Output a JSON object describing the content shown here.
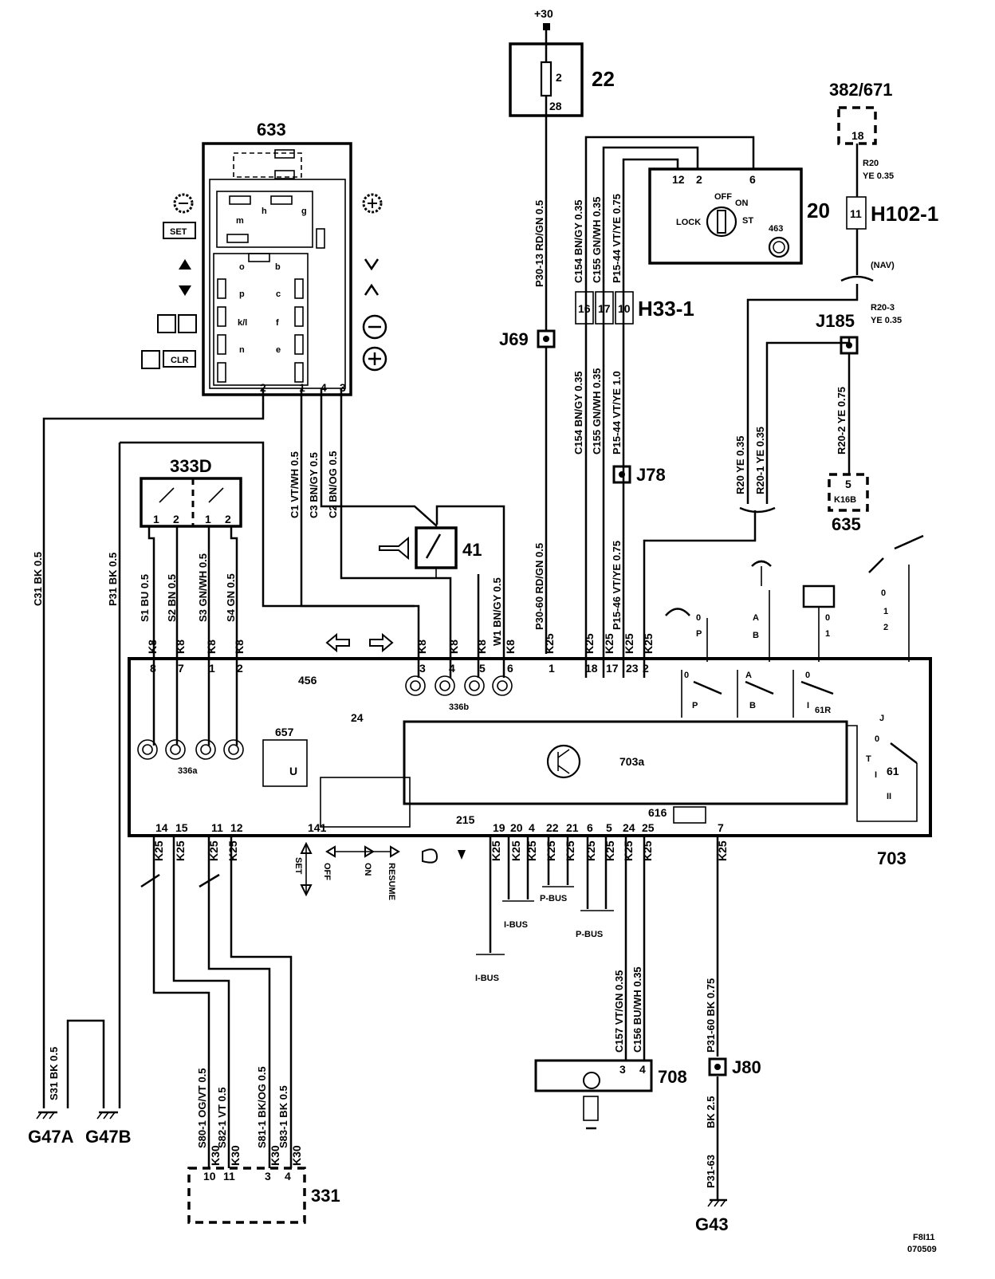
{
  "supply": "+30",
  "components": {
    "c22": {
      "label": "22",
      "pin_top": "2",
      "pin_bot": "28"
    },
    "c633": {
      "label": "633",
      "pins": [
        "2",
        "1",
        "4",
        "3"
      ],
      "contacts": [
        "h",
        "g",
        "m",
        "o",
        "b",
        "p",
        "c",
        "k/l",
        "f",
        "n",
        "e"
      ]
    },
    "c382": {
      "label": "382/671",
      "pin": "18"
    },
    "h102": {
      "label": "H102-1",
      "pin": "11"
    },
    "c20": {
      "label": "20",
      "pins": [
        "12",
        "2",
        "6"
      ],
      "lock": "LOCK",
      "off": "OFF",
      "on": "ON",
      "st": "ST",
      "sub": "463"
    },
    "h33": {
      "label": "H33-1",
      "pins": [
        "16",
        "17",
        "10"
      ]
    },
    "j69": {
      "label": "J69"
    },
    "j78": {
      "label": "J78"
    },
    "j185": {
      "label": "J185"
    },
    "j80": {
      "label": "J80"
    },
    "c333d": {
      "label": "333D",
      "pins": [
        "1",
        "2",
        "1",
        "2"
      ]
    },
    "c41": {
      "label": "41"
    },
    "c635": {
      "label": "635",
      "pin": "5",
      "conn": "K16B"
    },
    "c703": {
      "label": "703",
      "sub": "703a",
      "c456": "456",
      "c24": "24",
      "c336b": "336b",
      "c336a": "336a",
      "c657": "657",
      "c141": "141",
      "c215": "215",
      "c616": "616",
      "c61r": "61R",
      "c61": "61",
      "u": "U"
    },
    "c708": {
      "label": "708",
      "pins": [
        "3",
        "4"
      ]
    },
    "c331": {
      "label": "331",
      "pins": [
        "10",
        "11",
        "3",
        "4"
      ]
    },
    "grounds": {
      "g47a": "G47A",
      "g47b": "G47B",
      "g43": "G43"
    },
    "nav": "(NAV)"
  },
  "wires": {
    "p30_13": "P30-13  RD/GN  0.5",
    "p30_60": "P30-60  RD/GN  0.5",
    "c154a": "C154  BN/GY  0.35",
    "c155a": "C155  GN/WH  0.35",
    "p15_44a": "P15-44  VT/YE  0.75",
    "c154b": "C154  BN/GY  0.35",
    "c155b": "C155  GN/WH  0.35",
    "p15_44b": "P15-44  VT/YE  1.0",
    "p15_46": "P15-46  VT/YE  0.75",
    "r20": "R20",
    "r20_ye": "YE  0.35",
    "r20_3": "R20-3",
    "r20_3ye": "YE  0.35",
    "r20_2": "R20-2  YE  0.75",
    "r20v": "R20  YE  0.35",
    "r20_1": "R20-1  YE  0.35",
    "c1": "C1  VT/WH  0.5",
    "c3": "C3  BN/GY  0.5",
    "c2": "C2  BN/OG  0.5",
    "w1": "W1  BN/GY  0.5",
    "c31": "C31  BK  0.5",
    "p31": "P31  BK  0.5",
    "s1": "S1  BU  0.5",
    "s2": "S2  BN  0.5",
    "s3": "S3  GN/WH  0.5",
    "s4": "S4  GN  0.5",
    "s31": "S31  BK  0.5",
    "s80": "S80-1  OG/VT  0.5",
    "s82": "S82-1  VT  0.5",
    "s81": "S81-1  BK/OG  0.5",
    "s83": "S83-1  BK  0.5",
    "c157": "C157  VT/GN  0.35",
    "c156": "C156  BU/WH  0.35",
    "p31_60": "P31-60  BK  0.75",
    "bk25": "BK  2.5",
    "p31_63": "P31-63"
  },
  "top_pins": {
    "conn_k8": "K8",
    "conn_k25": "K25",
    "numbers": [
      "8",
      "7",
      "1",
      "2",
      "3",
      "4",
      "5",
      "6",
      "1",
      "18",
      "17",
      "23",
      "2"
    ]
  },
  "bottom_pins": {
    "conn_k25": "K25",
    "numbers": [
      "14",
      "15",
      "11",
      "12",
      "19",
      "20",
      "4",
      "22",
      "21",
      "6",
      "5",
      "24",
      "25",
      "7"
    ]
  },
  "k30": "K30",
  "bus": {
    "ibus1": "I-BUS",
    "pbus1": "P-BUS",
    "pbus2": "P-BUS",
    "ibus2": "I-BUS"
  },
  "indicators": {
    "set": "SET",
    "off": "OFF",
    "on": "ON",
    "resume": "RESUME",
    "set_btn": "SET",
    "clr": "CLR"
  },
  "stalk": {
    "p0": "0",
    "p_p": "P",
    "a": "A",
    "b": "B",
    "i0": "0",
    "i1": "1",
    "s0": "0",
    "s1": "1",
    "s2": "2",
    "j": "J",
    "t": "T",
    "ii": "II",
    "zero": "0",
    "p": "P",
    "a2": "A",
    "b2": "B",
    "i2": "I",
    "o2": "0",
    "one2": "I"
  },
  "footer": {
    "code1": "F8I11",
    "code2": "070509"
  }
}
